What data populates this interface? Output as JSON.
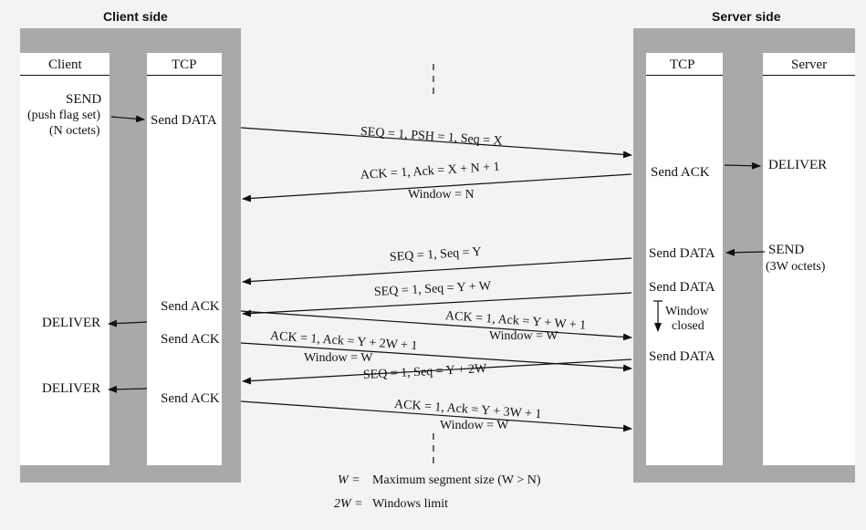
{
  "sides": {
    "client_title": "Client side",
    "server_title": "Server side"
  },
  "columns": {
    "client": "Client",
    "client_tcp": "TCP",
    "server_tcp": "TCP",
    "server": "Server"
  },
  "client_labels": {
    "send": "SEND",
    "push_flag": "(push flag set)",
    "n_octets": "(N octets)",
    "deliver_1": "DELIVER",
    "deliver_2": "DELIVER"
  },
  "client_tcp_labels": {
    "send_data": "Send DATA",
    "send_ack_1": "Send ACK",
    "send_ack_2": "Send ACK",
    "send_ack_3": "Send ACK"
  },
  "server_tcp_labels": {
    "send_ack": "Send ACK",
    "send_data_1": "Send DATA",
    "send_data_2": "Send DATA",
    "window": "Window",
    "closed": "closed",
    "send_data_3": "Send DATA"
  },
  "server_labels": {
    "deliver": "DELIVER",
    "send": "SEND",
    "w_octets": "(3W octets)"
  },
  "messages": {
    "m1": "SEQ = 1, PSH = 1, Seq = X",
    "m2a": "ACK = 1, Ack = X + N + 1",
    "m2b": "Window = N",
    "m3": "SEQ = 1, Seq = Y",
    "m4": "SEQ = 1, Seq = Y + W",
    "m5a": "ACK = 1, Ack = Y + W + 1",
    "m5b": "Window = W",
    "m6a": "ACK = 1, Ack = Y + 2W + 1",
    "m6b": "Window = W",
    "m7": "SEQ = 1, Seq = Y + 2W",
    "m8a": "ACK = 1, Ack = Y + 3W + 1",
    "m8b": "Window = W"
  },
  "legend": {
    "w_sym": "W =",
    "w_def": "Maximum segment size (W > N)",
    "w2_sym": "2W =",
    "w2_def": "Windows limit"
  }
}
